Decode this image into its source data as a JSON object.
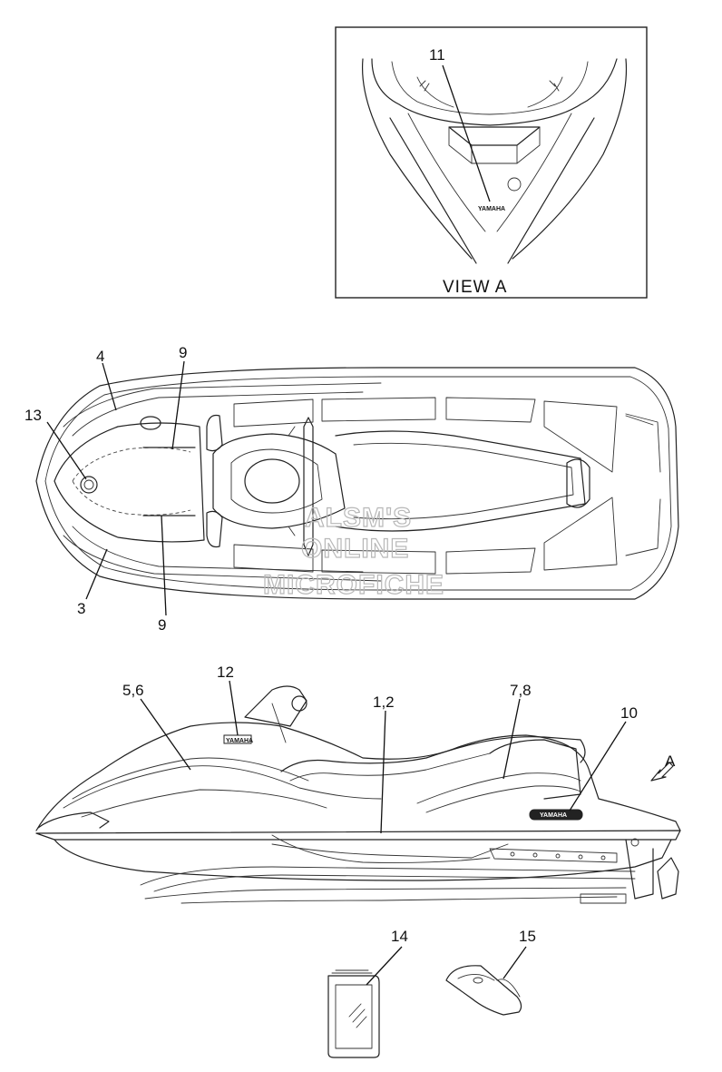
{
  "view_a": {
    "label": "VIEW A",
    "callout_11": "11",
    "decal_text": "YAMAHA"
  },
  "top_view": {
    "callout_4": "4",
    "callout_9_top": "9",
    "callout_13": "13",
    "callout_3": "3",
    "callout_9_bottom": "9"
  },
  "watermark": {
    "line1": "ALSM'S",
    "line2": "ONLINE",
    "line3": "MICROFICHE"
  },
  "side_view": {
    "callout_12": "12",
    "callout_5_6": "5,6",
    "callout_1_2": "1,2",
    "callout_7_8": "7,8",
    "callout_10": "10",
    "view_arrow_label": "A",
    "decal_12_text": "YAMAHA",
    "decal_10_text": "YAMAHA"
  },
  "loose_parts": {
    "callout_14": "14",
    "callout_15": "15"
  }
}
